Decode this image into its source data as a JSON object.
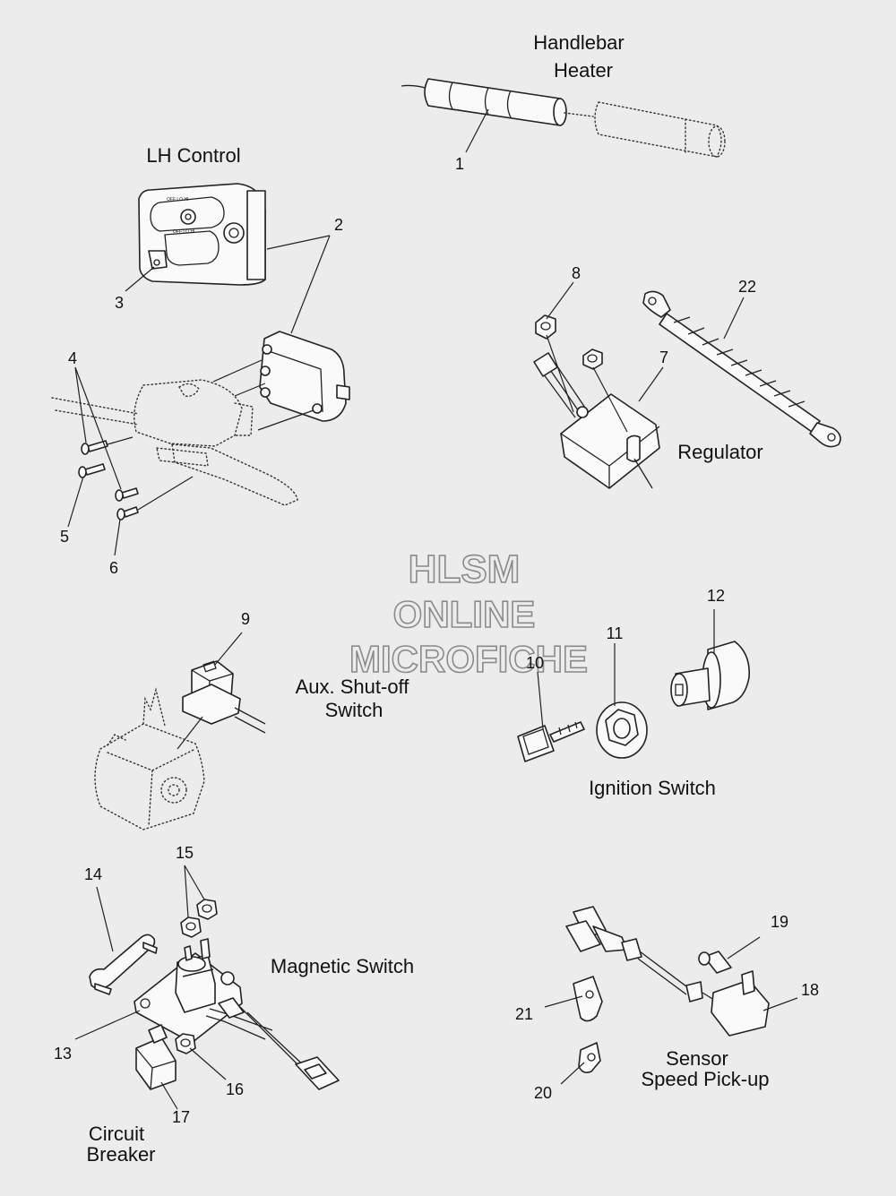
{
  "watermark": {
    "line1": "HLSM",
    "line2": "ONLINE",
    "line3": "MICROFICHE"
  },
  "labels": {
    "handlebar_heater_1": "Handlebar",
    "handlebar_heater_2": "Heater",
    "lh_control": "LH Control",
    "regulator": "Regulator",
    "aux_shutoff_1": "Aux. Shut-off",
    "aux_shutoff_2": "Switch",
    "ignition_switch": "Ignition Switch",
    "magnetic_switch": "Magnetic Switch",
    "circuit_breaker_1": "Circuit",
    "circuit_breaker_2": "Breaker",
    "sensor_1": "Sensor",
    "sensor_2": "Speed Pick-up"
  },
  "callouts": {
    "n1": "1",
    "n2": "2",
    "n3": "3",
    "n4": "4",
    "n5": "5",
    "n6": "6",
    "n7": "7",
    "n8": "8",
    "n9": "9",
    "n10": "10",
    "n11": "11",
    "n12": "12",
    "n13": "13",
    "n14": "14",
    "n15": "15",
    "n16": "16",
    "n17": "17",
    "n18": "18",
    "n19": "19",
    "n20": "20",
    "n21": "21",
    "n22": "22"
  },
  "switch_text": {
    "a": "OFF LO HI",
    "b": "OFF LO HI"
  }
}
